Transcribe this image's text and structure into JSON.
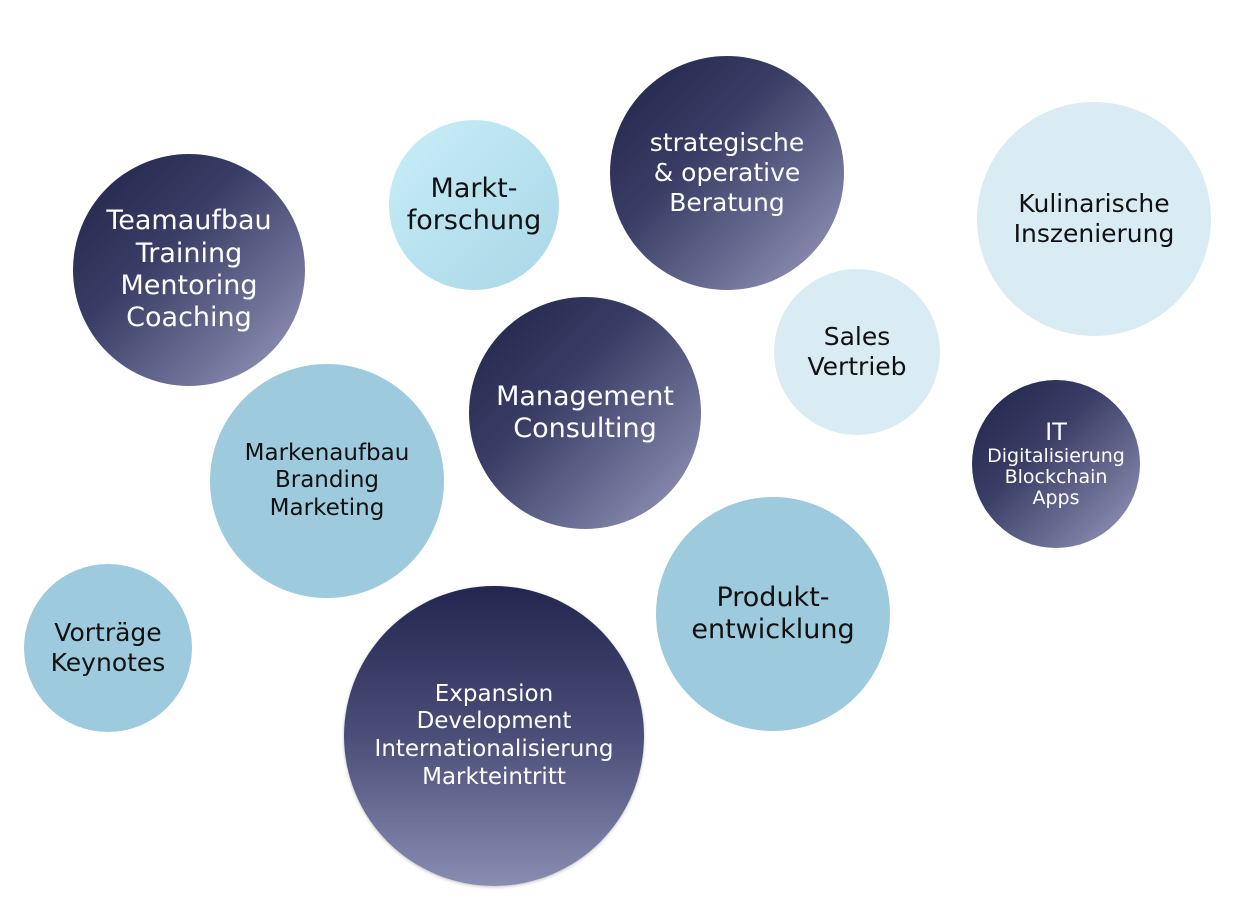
{
  "bubbles": [
    {
      "id": "teamaufbau",
      "lines": [
        "Teamaufbau",
        "Training",
        "Mentoring",
        "Coaching"
      ]
    },
    {
      "id": "marktforschung",
      "lines": [
        "Markt-",
        "forschung"
      ]
    },
    {
      "id": "strategische",
      "lines": [
        "strategische",
        "& operative",
        "Beratung"
      ]
    },
    {
      "id": "kulinarische",
      "lines": [
        "Kulinarische",
        "Inszenierung"
      ]
    },
    {
      "id": "sales",
      "lines": [
        "Sales",
        "Vertrieb"
      ]
    },
    {
      "id": "management",
      "lines": [
        "Management",
        "Consulting"
      ]
    },
    {
      "id": "markenaufbau",
      "lines": [
        "Markenaufbau",
        "Branding",
        "Marketing"
      ]
    },
    {
      "id": "it",
      "lines": [
        "IT",
        "Digitalisierung",
        "Blockchain",
        "Apps"
      ]
    },
    {
      "id": "vortraege",
      "lines": [
        "Vorträge",
        "Keynotes"
      ]
    },
    {
      "id": "produkt",
      "lines": [
        "Produkt-",
        "entwicklung"
      ]
    },
    {
      "id": "expansion",
      "lines": [
        "Expansion",
        "Development",
        "Internationalisierung",
        "Markteintritt"
      ]
    }
  ],
  "colors": {
    "dark": "#1f2147",
    "mid": "#9dcbdd",
    "pale": "#d9ecf4",
    "cyan": "#c8eef8"
  }
}
